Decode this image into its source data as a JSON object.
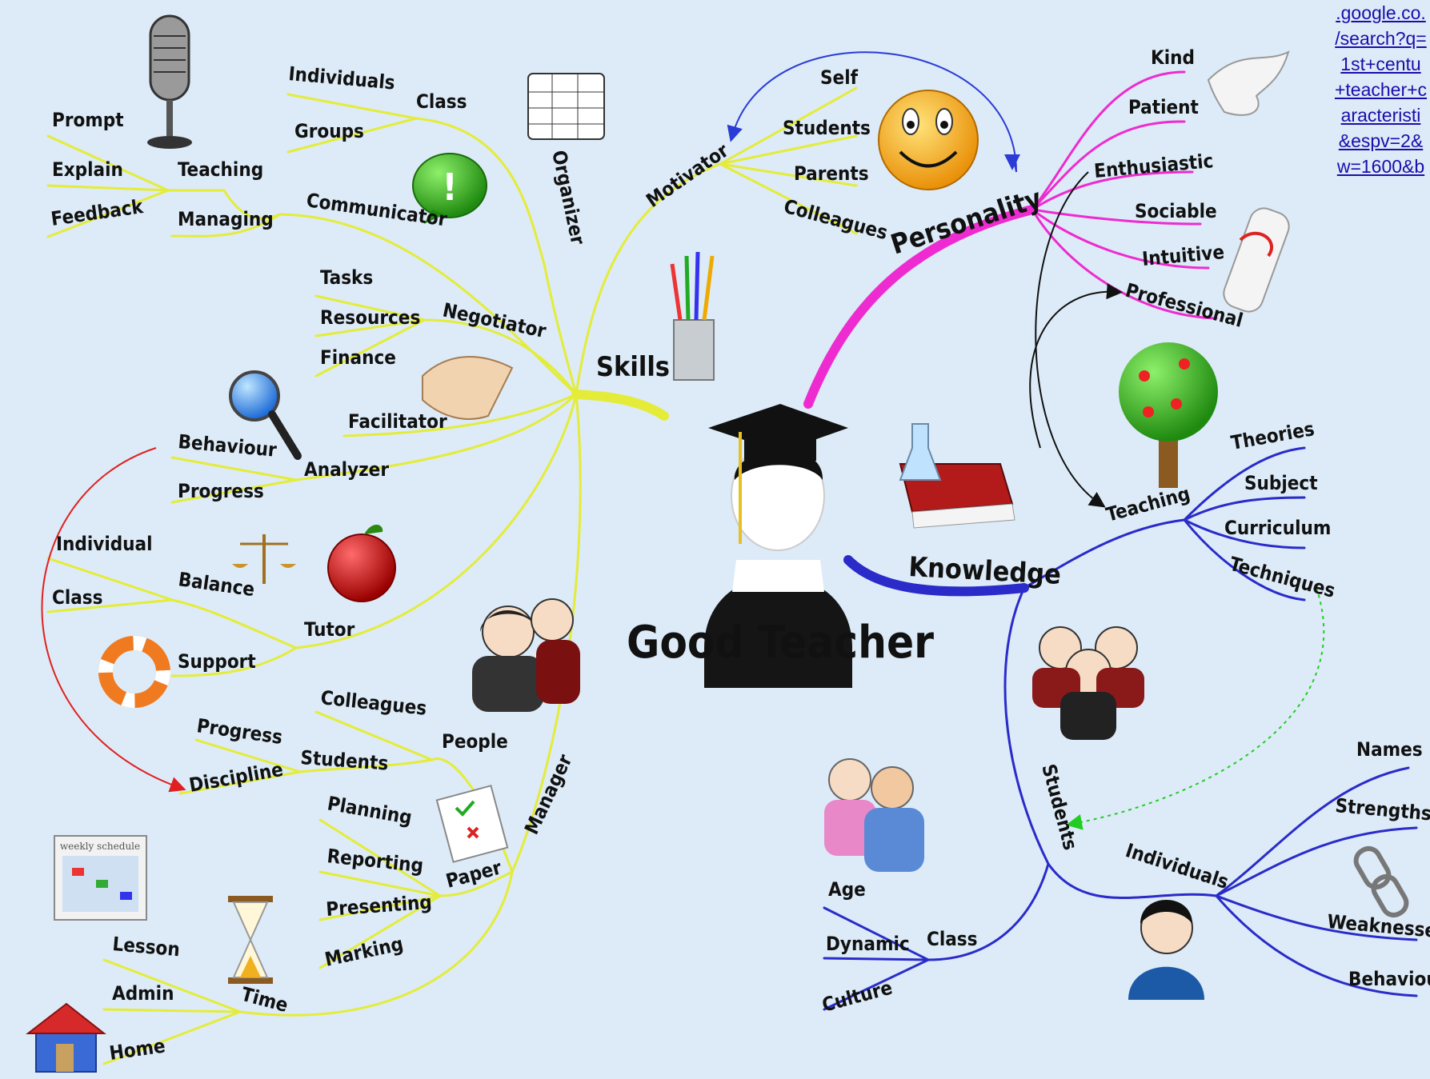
{
  "center": "Good Teacher",
  "branches": {
    "skills": "Skills",
    "personality": "Personality",
    "knowledge": "Knowledge"
  },
  "skills": {
    "organizer": {
      "label": "Organizer"
    },
    "teaching": {
      "label": "Teaching",
      "items": [
        "Prompt",
        "Explain",
        "Feedback"
      ]
    },
    "managing": {
      "label": "Managing"
    },
    "communicator": {
      "label": "Communicator"
    },
    "class": {
      "label": "Class",
      "items": [
        "Individuals",
        "Groups"
      ]
    },
    "negotiator": {
      "label": "Negotiator",
      "items": [
        "Tasks",
        "Resources",
        "Finance"
      ]
    },
    "facilitator": {
      "label": "Facilitator"
    },
    "analyzer": {
      "label": "Analyzer",
      "items": [
        "Behaviour",
        "Progress"
      ]
    },
    "tutor": {
      "label": "Tutor"
    },
    "balance": {
      "label": "Balance",
      "items": [
        "Individual",
        "Class"
      ]
    },
    "support": {
      "label": "Support"
    },
    "manager": {
      "label": "Manager"
    },
    "people": {
      "label": "People",
      "items": [
        "Colleagues"
      ]
    },
    "students": {
      "label": "Students",
      "items": [
        "Progress",
        "Discipline"
      ]
    },
    "paper": {
      "label": "Paper",
      "items": [
        "Planning",
        "Reporting",
        "Presenting",
        "Marking"
      ]
    },
    "time": {
      "label": "Time",
      "items": [
        "Lesson",
        "Admin",
        "Home"
      ]
    },
    "motivator": {
      "label": "Motivator",
      "items": [
        "Self",
        "Students",
        "Parents",
        "Colleagues"
      ]
    }
  },
  "personality": {
    "items": [
      "Kind",
      "Patient",
      "Enthusiastic",
      "Sociable",
      "Intuitive",
      "Professional"
    ]
  },
  "knowledge": {
    "teaching": {
      "label": "Teaching",
      "items": [
        "Theories",
        "Subject",
        "Curriculum",
        "Techniques"
      ]
    },
    "students": {
      "label": "Students"
    },
    "class": {
      "label": "Class",
      "items": [
        "Age",
        "Dynamic",
        "Culture"
      ]
    },
    "individuals": {
      "label": "Individuals",
      "items": [
        "Names",
        "Strengths",
        "Weaknesses",
        "Behaviour"
      ]
    }
  },
  "schedule_caption": "weekly schedule",
  "link_text": [
    ".google.co.",
    "/search?q=",
    "1st+centu",
    "+teacher+c",
    "aracteristi",
    "&espv=2&",
    "w=1600&b"
  ],
  "colors": {
    "skills": "#e4ec39",
    "personality": "#ee2bd0",
    "knowledge": "#2a2bc9",
    "background": "#dcebf7",
    "link": "#1a0dab"
  }
}
